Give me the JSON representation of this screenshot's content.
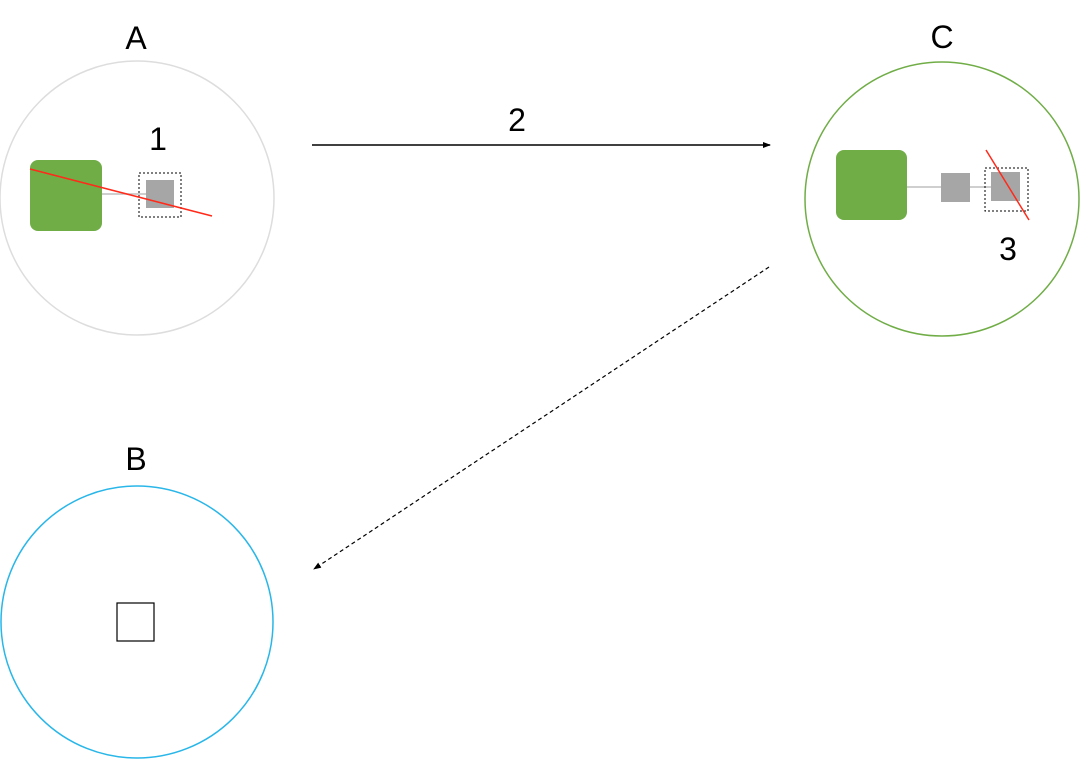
{
  "nodes": {
    "a": {
      "label": "A",
      "ring_color": "#dddddd"
    },
    "b": {
      "label": "B",
      "ring_color": "#29b6e8"
    },
    "c": {
      "label": "C",
      "ring_color": "#70ad47"
    }
  },
  "steps": {
    "one": "1",
    "two": "2",
    "three": "3"
  },
  "colors": {
    "green_block": "#70ad47",
    "gray_block": "#a6a6a6",
    "connector": "#bfbfbf",
    "cut_line": "#ff2a1a",
    "arrow": "#000000",
    "selection": "#000000"
  }
}
